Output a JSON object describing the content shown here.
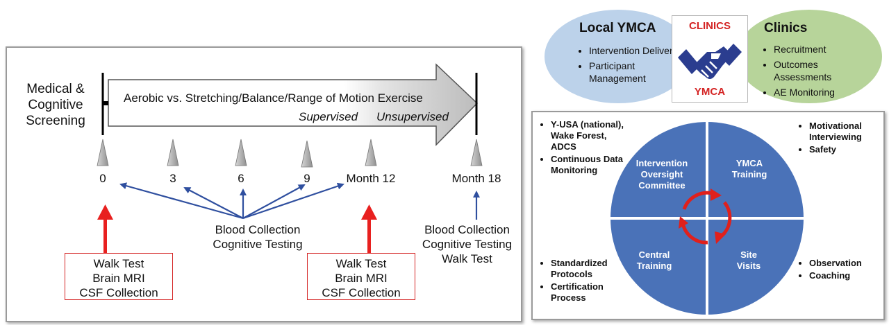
{
  "timeline": {
    "screening_label_lines": [
      "Medical &",
      "Cognitive",
      "Screening"
    ],
    "exercise_title": "Aerobic vs. Stretching/Balance/Range of Motion Exercise",
    "supervised_label": "Supervised",
    "unsupervised_label": "Unsupervised",
    "ticks": [
      "0",
      "3",
      "6",
      "9",
      "Month 12",
      "Month 18"
    ],
    "blood_collection_center": [
      "Blood Collection",
      "Cognitive Testing"
    ],
    "blood_collection_right": [
      "Blood Collection",
      "Cognitive Testing",
      "Walk Test"
    ],
    "red_box_1": [
      "Walk Test",
      "Brain MRI",
      "CSF Collection"
    ],
    "red_box_2": [
      "Walk Test",
      "Brain MRI",
      "CSF Collection"
    ],
    "colors": {
      "red": "#e8201f",
      "blue": "#2f4f9f",
      "tick_gray": "#a9a9a9"
    }
  },
  "partners": {
    "ymca": {
      "title": "Local YMCA",
      "items": [
        "Intervention Delivery",
        "Participant Management"
      ]
    },
    "clinics": {
      "title": "Clinics",
      "items": [
        "Recruitment",
        "Outcomes Assessments",
        "AE Monitoring"
      ]
    },
    "logo": {
      "top": "CLINICS",
      "bottom": "YMCA",
      "icon": "handshake-icon"
    },
    "colors": {
      "ymca_oval": "#bcd2ea",
      "clinics_oval": "#b7d49a",
      "logo_red": "#d42424",
      "handshake_blue": "#2b3d8f"
    }
  },
  "oversight": {
    "quadrants": {
      "top_left": [
        "Intervention",
        "Oversight",
        "Committee"
      ],
      "top_right": [
        "YMCA",
        "Training"
      ],
      "bottom_left": [
        "Central",
        "Training"
      ],
      "bottom_right": [
        "Site",
        "Visits"
      ]
    },
    "lists": {
      "top_left": [
        "Y-USA (national), Wake Forest, ADCS",
        "Continuous Data Monitoring"
      ],
      "top_right": [
        "Motivational Interviewing",
        "Safety"
      ],
      "bottom_left": [
        "Standardized Protocols",
        "Certification Process"
      ],
      "bottom_right": [
        "Observation",
        "Coaching"
      ]
    },
    "colors": {
      "circle": "#4a72b8",
      "cycle": "#e0201c"
    }
  }
}
